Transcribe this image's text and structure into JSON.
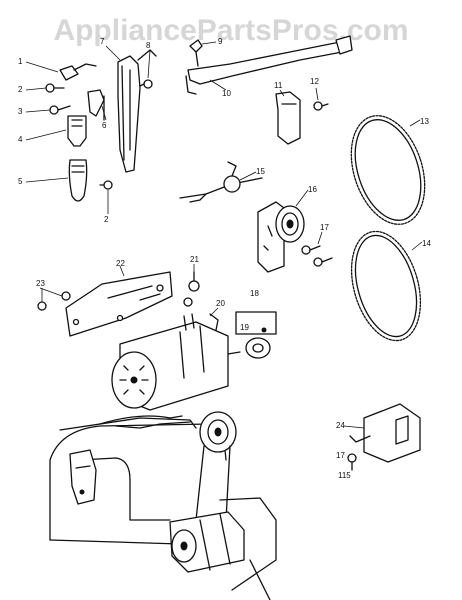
{
  "watermark": "AppliancePartsPros.com",
  "callouts": [
    "1",
    "2",
    "3",
    "4",
    "5",
    "2",
    "6",
    "7",
    "8",
    "9",
    "10",
    "11",
    "12",
    "13",
    "14",
    "15",
    "16",
    "17",
    "18",
    "19",
    "20",
    "21",
    "22",
    "23",
    "24",
    "17",
    "115"
  ]
}
